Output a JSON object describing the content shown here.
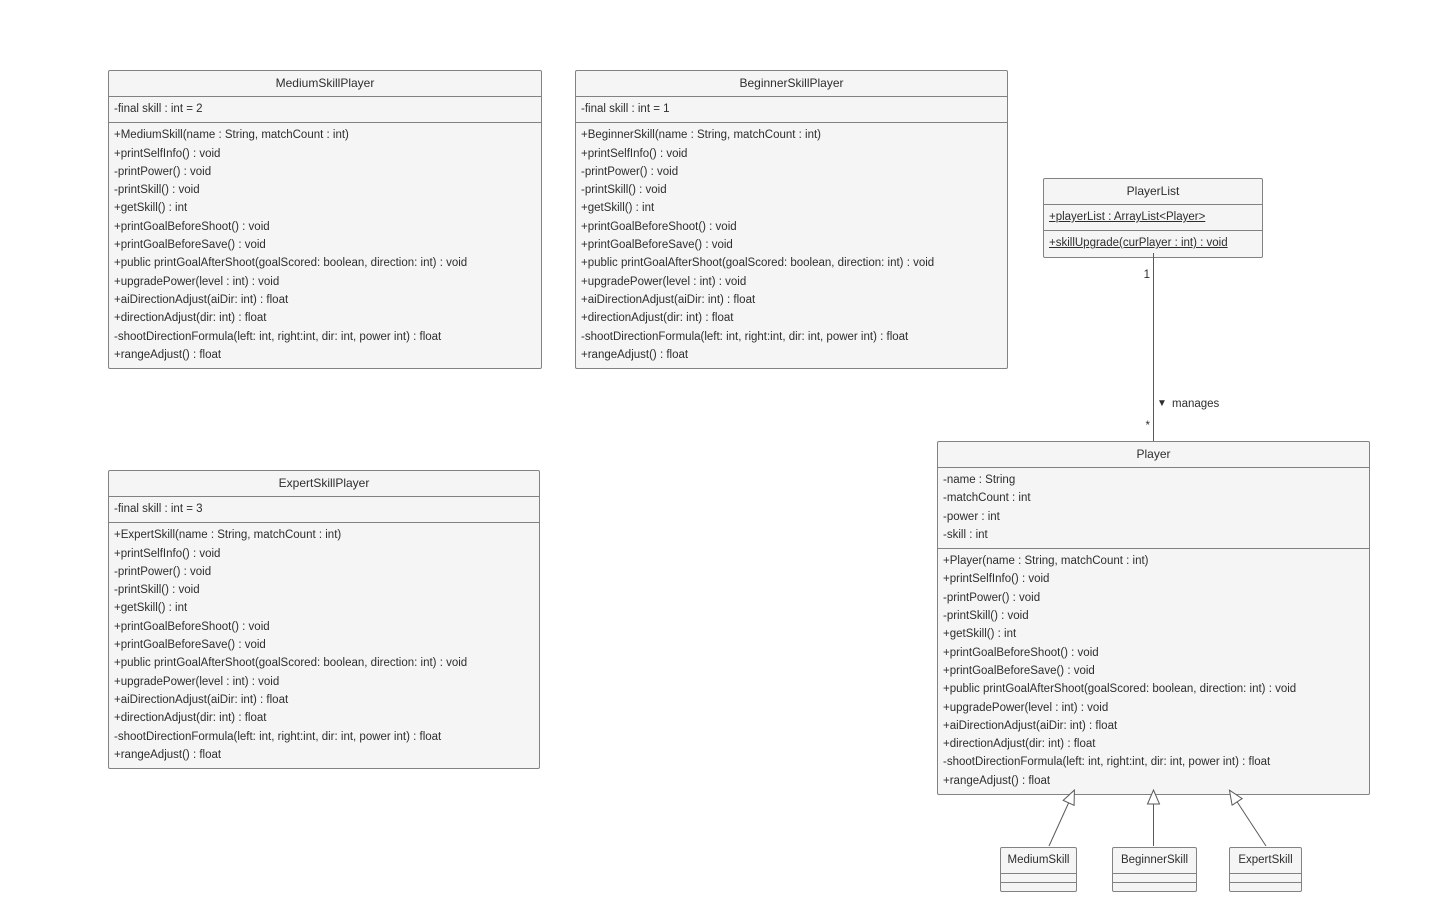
{
  "diagram": {
    "classes": {
      "mediumSkillPlayer": {
        "name": "MediumSkillPlayer",
        "attributes": [
          "-final skill : int = 2"
        ],
        "methods": [
          "+MediumSkill(name : String, matchCount : int)",
          "+printSelfInfo() : void",
          "-printPower() : void",
          "-printSkill() : void",
          "+getSkill() : int",
          "+printGoalBeforeShoot() : void",
          "+printGoalBeforeSave() : void",
          "+public printGoalAfterShoot(goalScored: boolean, direction: int) : void",
          "+upgradePower(level : int) : void",
          "+aiDirectionAdjust(aiDir: int) : float",
          "+directionAdjust(dir: int) : float",
          "-shootDirectionFormula(left: int, right:int, dir: int, power int) : float",
          "+rangeAdjust() : float"
        ]
      },
      "beginnerSkillPlayer": {
        "name": "BeginnerSkillPlayer",
        "attributes": [
          "-final skill : int = 1"
        ],
        "methods": [
          "+BeginnerSkill(name : String, matchCount : int)",
          "+printSelfInfo() : void",
          "-printPower() : void",
          "-printSkill() : void",
          "+getSkill() : int",
          "+printGoalBeforeShoot() : void",
          "+printGoalBeforeSave() : void",
          "+public printGoalAfterShoot(goalScored: boolean, direction: int) : void",
          "+upgradePower(level : int) : void",
          "+aiDirectionAdjust(aiDir: int) : float",
          "+directionAdjust(dir: int) : float",
          "-shootDirectionFormula(left: int, right:int, dir: int, power int) : float",
          "+rangeAdjust() : float"
        ]
      },
      "expertSkillPlayer": {
        "name": "ExpertSkillPlayer",
        "attributes": [
          "-final skill : int = 3"
        ],
        "methods": [
          "+ExpertSkill(name : String, matchCount : int)",
          "+printSelfInfo() : void",
          "-printPower() : void",
          "-printSkill() : void",
          "+getSkill() : int",
          "+printGoalBeforeShoot() : void",
          "+printGoalBeforeSave() : void",
          "+public printGoalAfterShoot(goalScored: boolean, direction: int) : void",
          "+upgradePower(level : int) : void",
          "+aiDirectionAdjust(aiDir: int) : float",
          "+directionAdjust(dir: int) : float",
          "-shootDirectionFormula(left: int, right:int, dir: int, power int) : float",
          "+rangeAdjust() : float"
        ]
      },
      "playerList": {
        "name": "PlayerList",
        "attributes": [
          "+playerList : ArrayList<Player>"
        ],
        "methods": [
          "+skillUpgrade(curPlayer : int) : void"
        ],
        "static_members": true
      },
      "player": {
        "name": "Player",
        "attributes": [
          "-name : String",
          "-matchCount : int",
          "-power : int",
          "-skill : int"
        ],
        "methods": [
          "+Player(name : String, matchCount : int)",
          "+printSelfInfo() : void",
          "-printPower() : void",
          "-printSkill() : void",
          "+getSkill() : int",
          "+printGoalBeforeShoot() : void",
          "+printGoalBeforeSave() : void",
          "+public printGoalAfterShoot(goalScored: boolean, direction: int) : void",
          "+upgradePower(level : int) : void",
          "+aiDirectionAdjust(aiDir: int) : float",
          "+directionAdjust(dir: int) : float",
          "-shootDirectionFormula(left: int, right:int, dir: int, power int) : float",
          "+rangeAdjust() : float"
        ]
      },
      "mediumSkill": {
        "name": "MediumSkill"
      },
      "beginnerSkill": {
        "name": "BeginnerSkill"
      },
      "expertSkill": {
        "name": "ExpertSkill"
      }
    },
    "relationships": {
      "manages": {
        "type": "association",
        "source": "PlayerList",
        "target": "Player",
        "label": "manages",
        "direction_glyph": "▼",
        "source_multiplicity": "1",
        "target_multiplicity": "*"
      },
      "generalizations": [
        {
          "source": "MediumSkill",
          "target": "Player"
        },
        {
          "source": "BeginnerSkill",
          "target": "Player"
        },
        {
          "source": "ExpertSkill",
          "target": "Player"
        }
      ]
    },
    "colors": {
      "box_fill": "#f5f5f5",
      "box_border": "#828282",
      "line": "#5a5a5a",
      "text": "#2e2e2e",
      "background": "#ffffff"
    }
  }
}
